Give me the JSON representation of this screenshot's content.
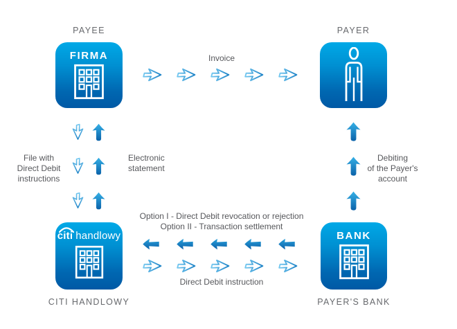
{
  "page": {
    "background": "#ffffff"
  },
  "colors": {
    "box_gradient_top": "#00a9e7",
    "box_gradient_bottom": "#0059a5",
    "solid_arrow_light": "#31ace3",
    "solid_arrow_dark": "#0b62a9",
    "outline_arrow_light": "#74c8f0",
    "outline_arrow_dark": "#1f84c7",
    "label_text": "#67696d",
    "note_text": "#56575b",
    "icon_stroke": "#ffffff"
  },
  "nodes": {
    "payee": {
      "title": "PAYEE",
      "box_text": "FIRMA",
      "icon": "building-icon"
    },
    "payer": {
      "title": "PAYER",
      "icon": "person-icon"
    },
    "citi": {
      "title": "CITI HANDLOWY",
      "logo_citi": "citi",
      "logo_rest": "handlowy",
      "icon": "building-icon"
    },
    "bank": {
      "title": "PAYER'S BANK",
      "box_text": "BANK",
      "icon": "building-icon"
    }
  },
  "flows": {
    "invoice": {
      "label": "Invoice",
      "direction": "right",
      "arrow_count": 5,
      "arrow_style": "outline"
    },
    "file": {
      "line1": "File with",
      "line2": "Direct Debit",
      "line3": "instructions",
      "direction": "down",
      "arrow_style": "outline",
      "pair_count": 3
    },
    "statement": {
      "line1": "Electronic",
      "line2": "statement",
      "direction": "up",
      "arrow_style": "solid"
    },
    "debiting": {
      "line1": "Debiting",
      "line2": "of the Payer's",
      "line3": "account",
      "direction": "up",
      "arrow_count": 3,
      "arrow_style": "solid"
    },
    "options": {
      "line1": "Option I - Direct Debit revocation or rejection",
      "line2": "Option II - Transaction settlement",
      "direction": "left",
      "arrow_count": 5,
      "arrow_style": "solid"
    },
    "dd_instruction": {
      "label": "Direct Debit instruction",
      "direction": "right",
      "arrow_count": 5,
      "arrow_style": "outline"
    }
  }
}
